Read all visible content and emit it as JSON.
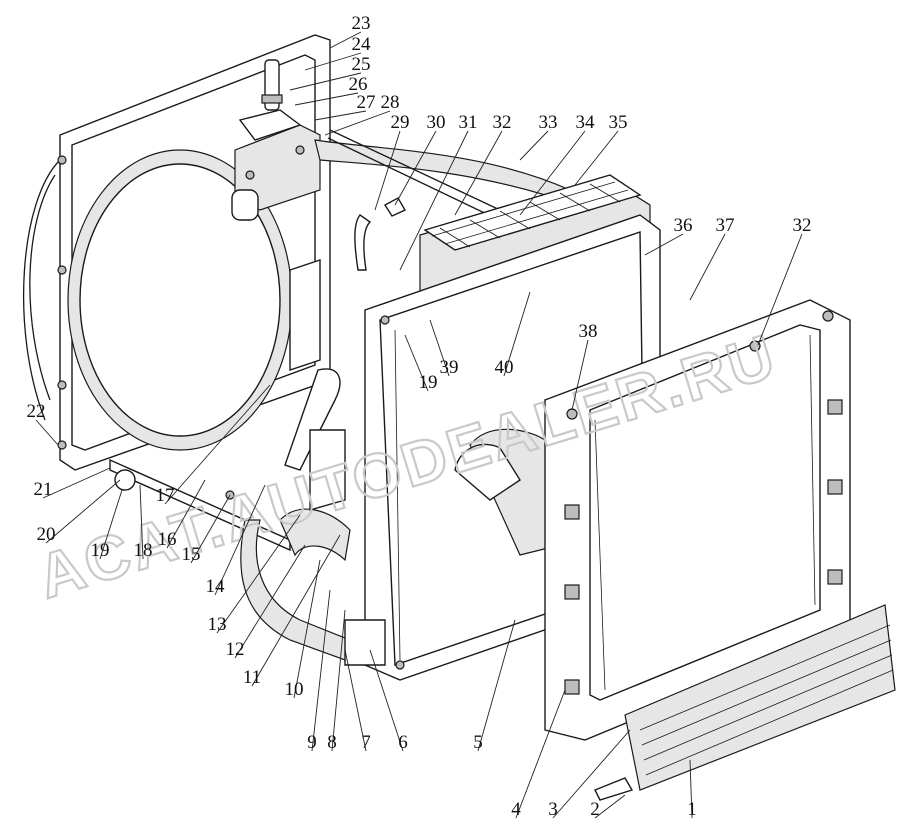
{
  "diagram": {
    "callouts": [
      "23",
      "24",
      "25",
      "26",
      "27",
      "28",
      "29",
      "30",
      "31",
      "32",
      "33",
      "34",
      "35",
      "36",
      "37",
      "32",
      "38",
      "39",
      "40",
      "19",
      "22",
      "21",
      "20",
      "19",
      "18",
      "17",
      "16",
      "15",
      "14",
      "13",
      "12",
      "11",
      "10",
      "9",
      "8",
      "7",
      "6",
      "5",
      "4",
      "3",
      "2",
      "1"
    ]
  },
  "watermark": {
    "text": "ACAT.AUTODEALER.RU",
    "color": "#c9c9c9"
  }
}
